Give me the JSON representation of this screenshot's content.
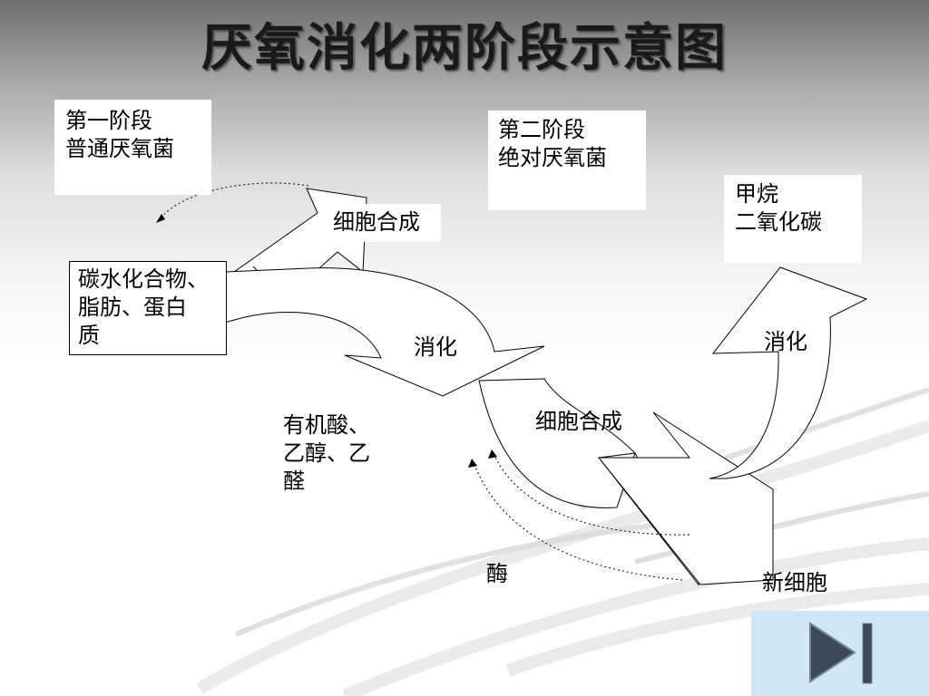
{
  "title": "厌氧消化两阶段示意图",
  "stage1": {
    "line1": "第一阶段",
    "line2": "普通厌氧菌"
  },
  "stage2": {
    "line1": "第二阶段",
    "line2": "绝对厌氧菌"
  },
  "products": {
    "line1": "甲烷",
    "line2": "二氧化碳"
  },
  "substrate": {
    "line1": "碳水化合物、",
    "line2": "脂肪、蛋白",
    "line3": "质"
  },
  "labels": {
    "cell_synthesis_top": "细胞合成",
    "digestion_1": "消化",
    "digestion_2": "消化",
    "cell_synthesis_mid": "细胞合成",
    "intermediates_line1": "有机酸、",
    "intermediates_line2": "乙醇、乙",
    "intermediates_line3": "醛",
    "enzyme": "酶",
    "new_cells": "新细胞"
  },
  "nav": {
    "icon": "play-next-icon",
    "color": "#3a4a58"
  }
}
